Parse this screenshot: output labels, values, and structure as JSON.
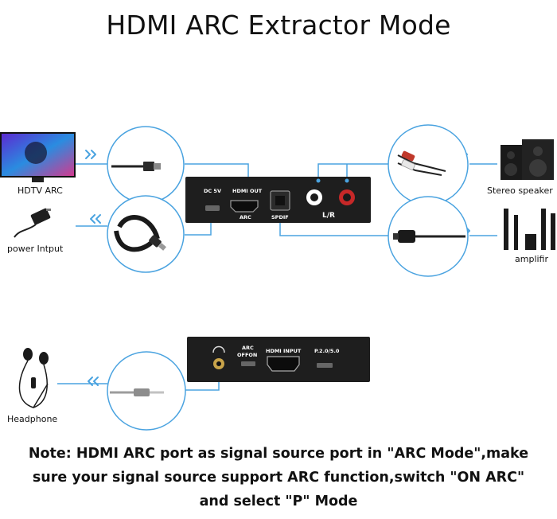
{
  "title": "HDMI ARC Extractor Mode",
  "labels": {
    "hdtv": "HDTV ARC",
    "power": "power Intput",
    "stereo": "Stereo speaker",
    "amplifier": "amplifir",
    "headphone": "Headphone"
  },
  "device_front": {
    "dc": "DC 5V",
    "hdmi_out": "HDMI OUT",
    "arc": "ARC",
    "spdif": "SPDIF",
    "lr": "L/R"
  },
  "device_back": {
    "arc_switch": "ARC",
    "off_on": "OFFON",
    "hdmi_input": "HDMI INPUT",
    "mode": "P.2.0/5.0"
  },
  "note": {
    "line1": "Note: HDMI ARC port as signal source port in \"ARC Mode\",make",
    "line2": "sure your signal source support ARC function,switch \"ON ARC\"",
    "line3": "and select \"P\" Mode"
  },
  "colors": {
    "accent": "#4aa3e0",
    "device": "#1e1e1e"
  },
  "icons": [
    "tv-icon",
    "power-adapter-icon",
    "speaker-icon",
    "amplifier-icon",
    "headphone-icon",
    "chevron-right-icon",
    "chevron-left-icon"
  ]
}
